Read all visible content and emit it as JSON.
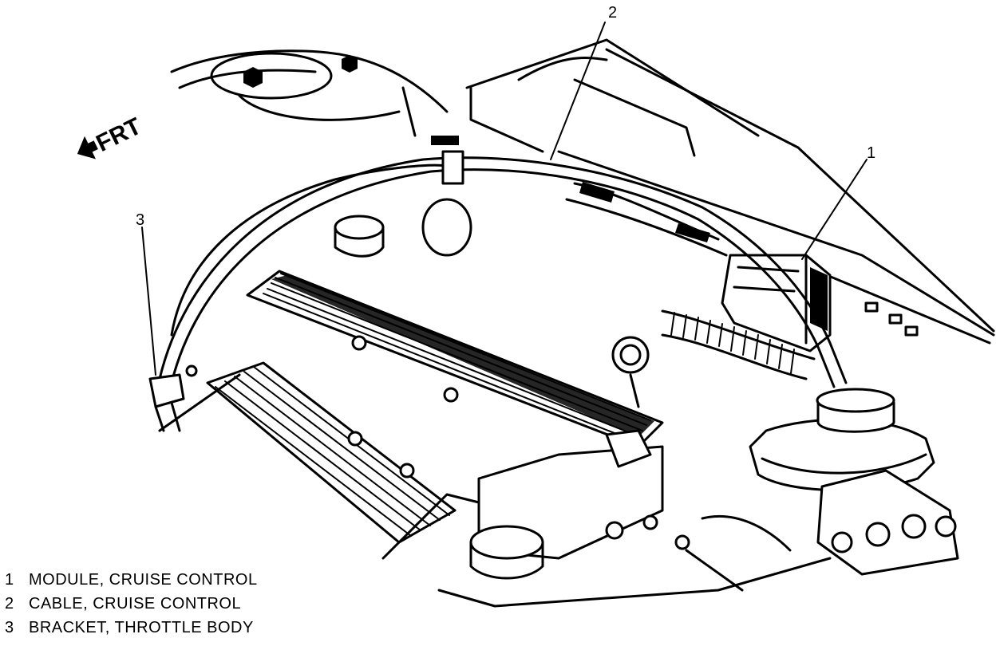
{
  "direction_label": "FRT",
  "callouts": [
    {
      "number": "1"
    },
    {
      "number": "2"
    },
    {
      "number": "3"
    }
  ],
  "legend": [
    {
      "number": "1",
      "text": "MODULE, CRUISE CONTROL"
    },
    {
      "number": "2",
      "text": "CABLE, CRUISE CONTROL"
    },
    {
      "number": "3",
      "text": "BRACKET, THROTTLE BODY"
    }
  ]
}
